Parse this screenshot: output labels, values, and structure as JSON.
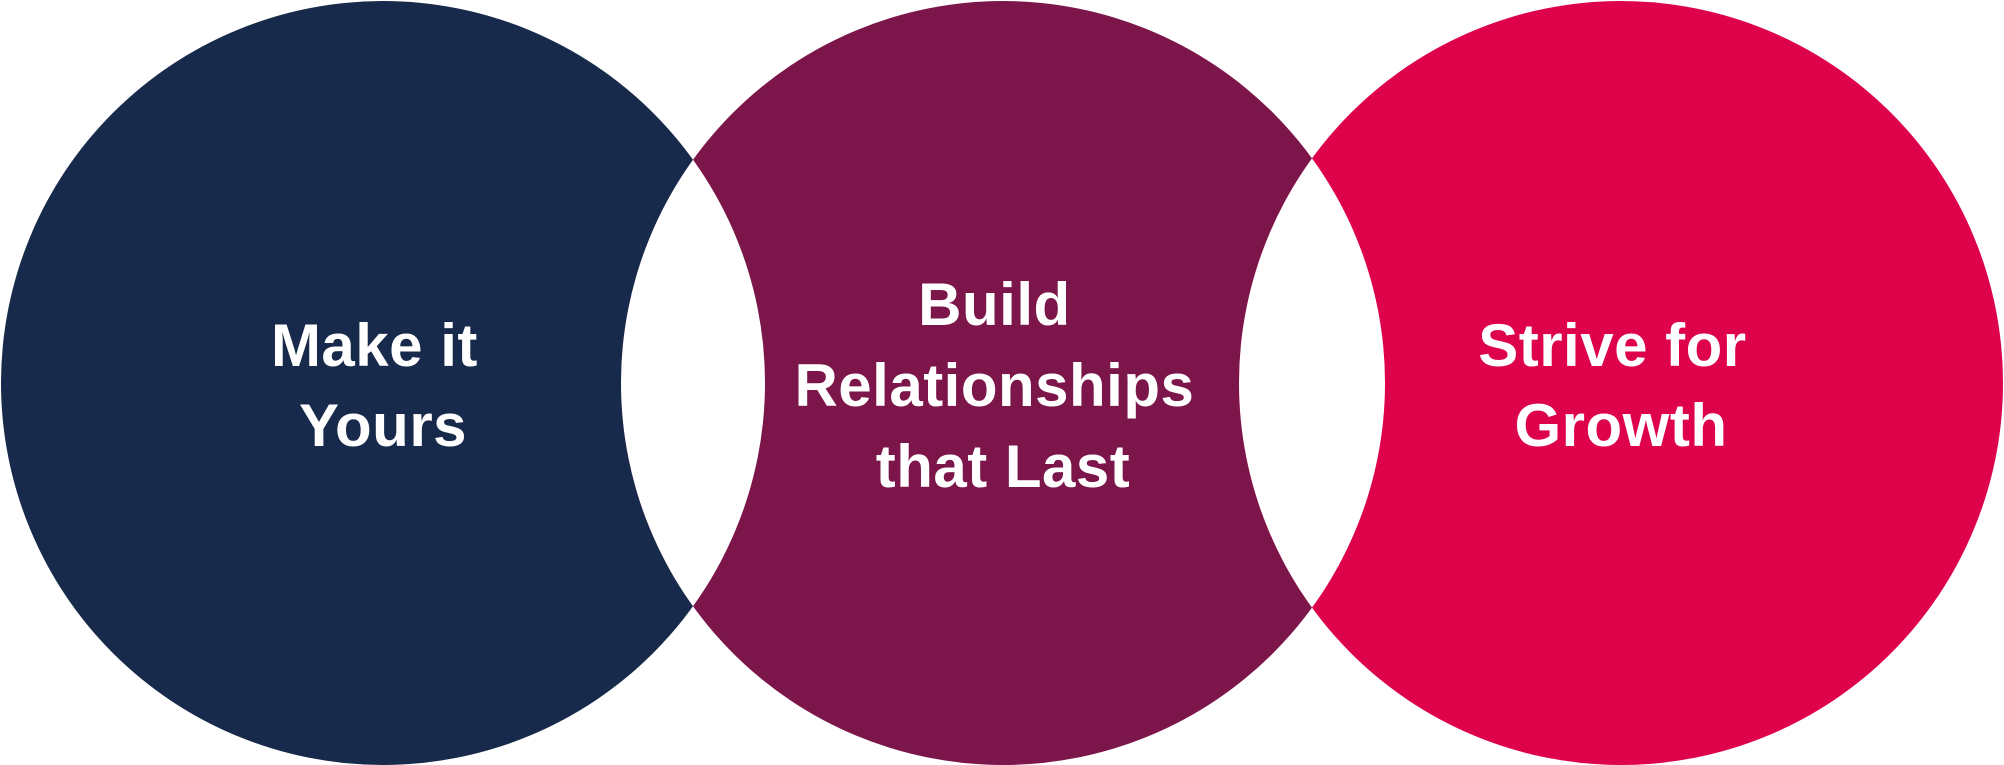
{
  "diagram": {
    "circles": [
      {
        "id": "make-it-yours",
        "color": "#182a4b",
        "lines": [
          "Make it",
          "Yours"
        ]
      },
      {
        "id": "build-relationships",
        "color": "#7b154a",
        "lines": [
          "Build",
          "Relationships",
          "that Last"
        ]
      },
      {
        "id": "strive-for-growth",
        "color": "#dd024a",
        "lines": [
          "Strive for",
          "Growth"
        ]
      }
    ],
    "overlap_color": "#ffffff"
  }
}
